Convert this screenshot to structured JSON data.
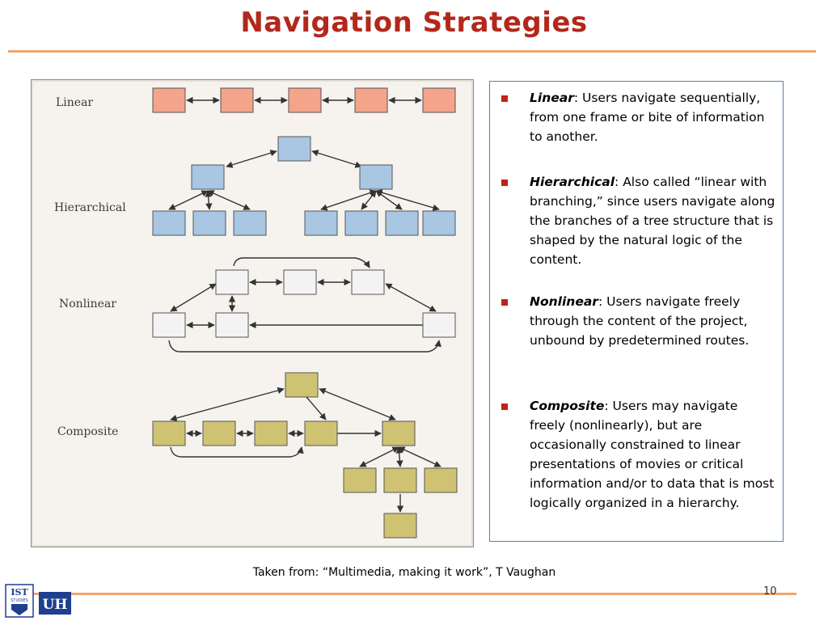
{
  "slide": {
    "title": "Navigation Strategies",
    "page_number": "10",
    "caption": "Taken from: “Multimedia, making it work”, T Vaughan"
  },
  "figure": {
    "labels": {
      "linear": "Linear",
      "hierarchical": "Hierarchical",
      "nonlinear": "Nonlinear",
      "composite": "Composite"
    },
    "colors": {
      "linear": "#f4a48a",
      "hierarchical": "#a9c6e3",
      "nonlinear": "#f3f3f3",
      "composite": "#cfc373"
    }
  },
  "bullets": [
    {
      "term": "Linear",
      "sep": ": ",
      "text": "Users navigate sequentially, from one frame or bite of information to another."
    },
    {
      "term": "Hierarchical",
      "sep": ": ",
      "text": "Also called “linear with branching,” since users navigate along the branches of a tree structure that is shaped by the natural logic of the content."
    },
    {
      "term": "Nonlinear",
      "sep": ": ",
      "text": "Users navigate freely through the content of the project, unbound by predetermined routes."
    },
    {
      "term": "Composite",
      "sep": ": ",
      "text": "Users may navigate freely (nonlinearly), but are occasionally constrained to linear presentations of movies or critical information and/or to data that is most logically organized in a hierarchy."
    }
  ],
  "logos": {
    "left": "IST",
    "left_sub": "STUDIES",
    "right": "UH",
    "color": "#1f3f8f"
  }
}
